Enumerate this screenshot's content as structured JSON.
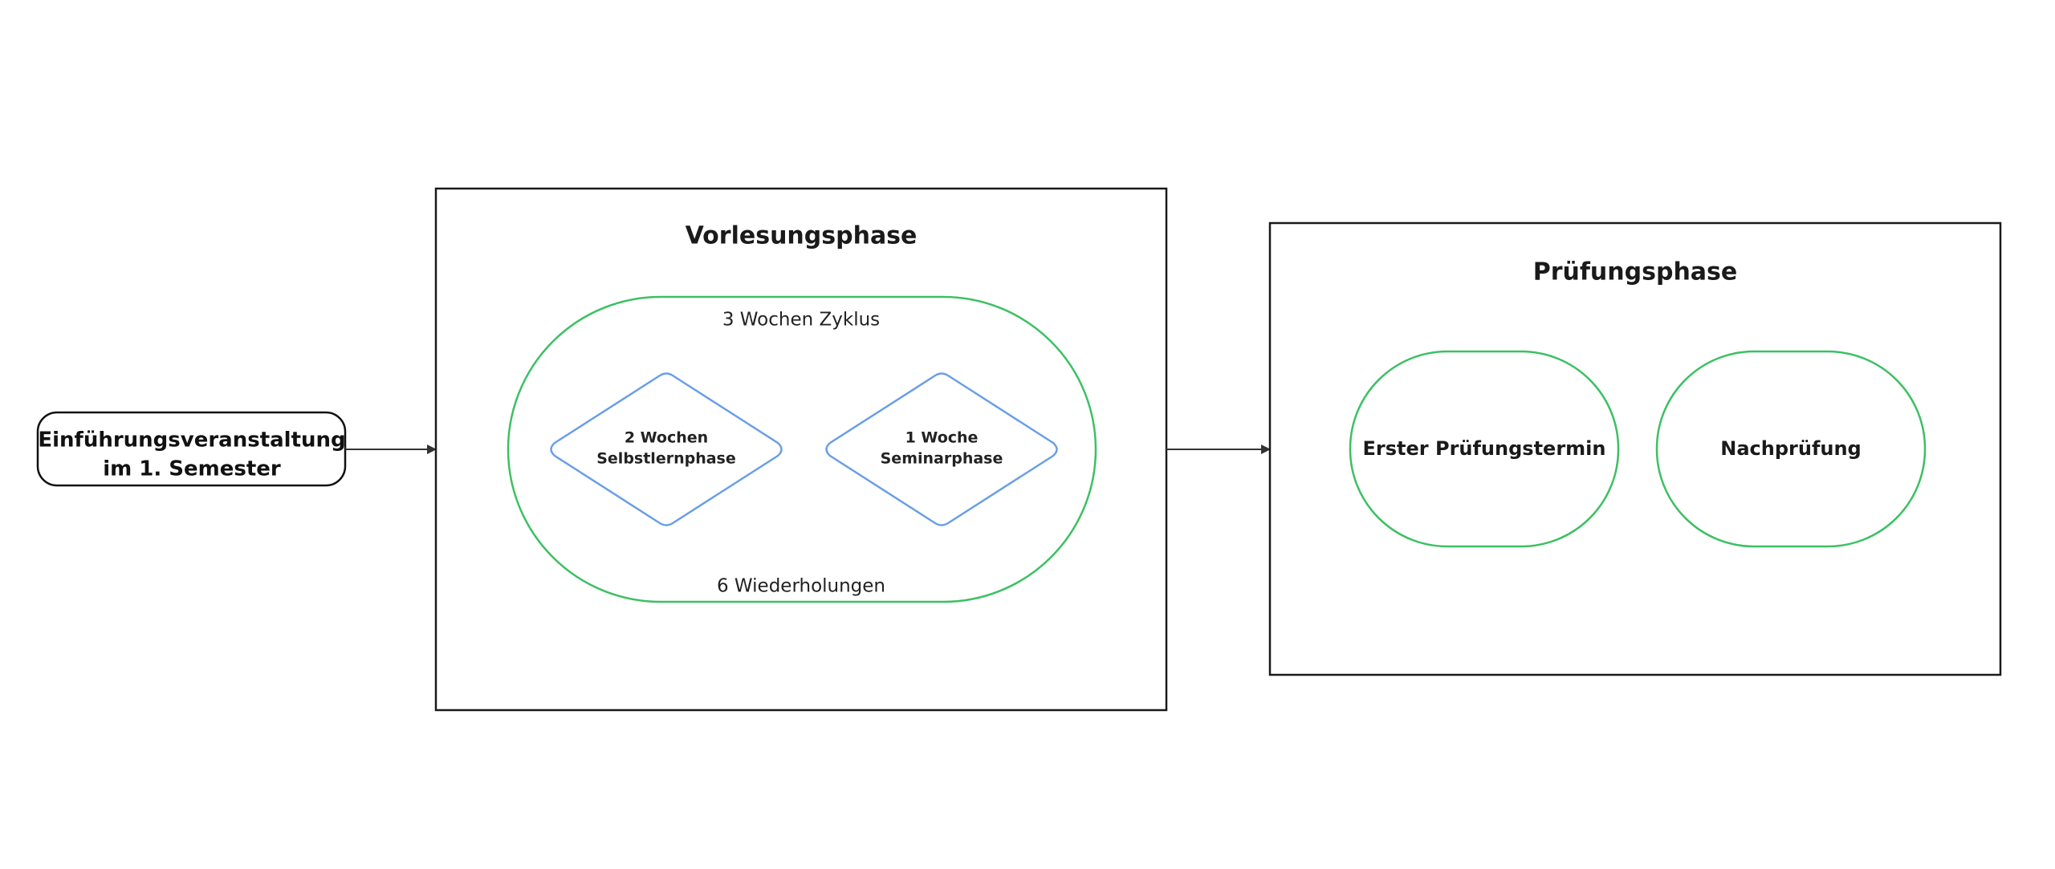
{
  "colors": {
    "frame": "#1a1a1a",
    "green": "#3cc063",
    "blue": "#6a9ee8",
    "text": "#1a1a1a",
    "background": "#ffffff"
  },
  "start": {
    "line1": "Einführungsveranstaltung",
    "line2": "im 1. Semester"
  },
  "lecture_phase": {
    "title": "Vorlesungsphase",
    "cycle_top": "3 Wochen Zyklus",
    "cycle_bottom": "6 Wiederholungen",
    "self_study": {
      "line1": "2 Wochen",
      "line2": "Selbstlernphase"
    },
    "seminar": {
      "line1": "1 Woche",
      "line2": "Seminarphase"
    }
  },
  "exam_phase": {
    "title": "Prüfungsphase",
    "first_exam": "Erster Prüfungstermin",
    "retake": "Nachprüfung"
  }
}
